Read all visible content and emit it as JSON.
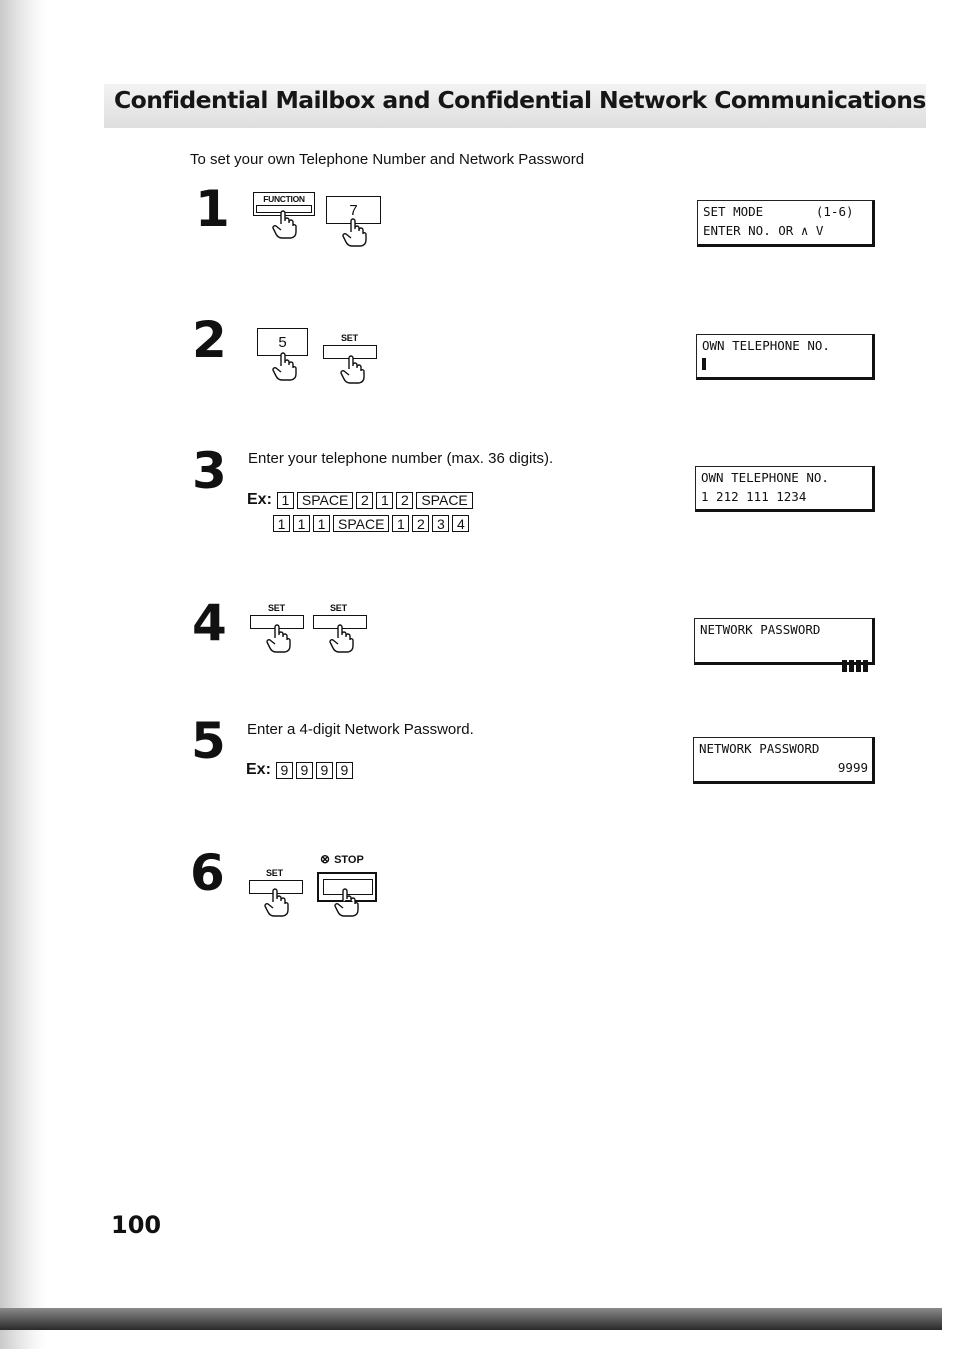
{
  "title": "Confidential Mailbox and Confidential Network Communications",
  "intro": "To set your own Telephone Number and Network Password",
  "keys": {
    "function": "FUNCTION",
    "set": "SET",
    "stop": "STOP",
    "seven": "7",
    "five": "5"
  },
  "steps": [
    {
      "number": "1"
    },
    {
      "number": "2"
    },
    {
      "number": "3",
      "text": "Enter your telephone number (max. 36 digits)."
    },
    {
      "number": "4"
    },
    {
      "number": "5",
      "text": "Enter a 4-digit Network Password."
    },
    {
      "number": "6"
    }
  ],
  "example_label": "Ex:",
  "phone_example_row1": [
    "1",
    "SPACE",
    "2",
    "1",
    "2",
    "SPACE"
  ],
  "phone_example_row2": [
    "1",
    "1",
    "1",
    "SPACE",
    "1",
    "2",
    "3",
    "4"
  ],
  "password_example": [
    "9",
    "9",
    "9",
    "9"
  ],
  "displays": [
    {
      "line1": "SET MODE       (1-6)",
      "line2": "ENTER NO. OR ∧ V"
    },
    {
      "line1": "OWN TELEPHONE NO."
    },
    {
      "line1": "OWN TELEPHONE NO.",
      "line2": "1 212 111 1234"
    },
    {
      "line1": "NETWORK PASSWORD"
    },
    {
      "line1": "NETWORK PASSWORD",
      "line2": "9999"
    }
  ],
  "page_number": "100"
}
